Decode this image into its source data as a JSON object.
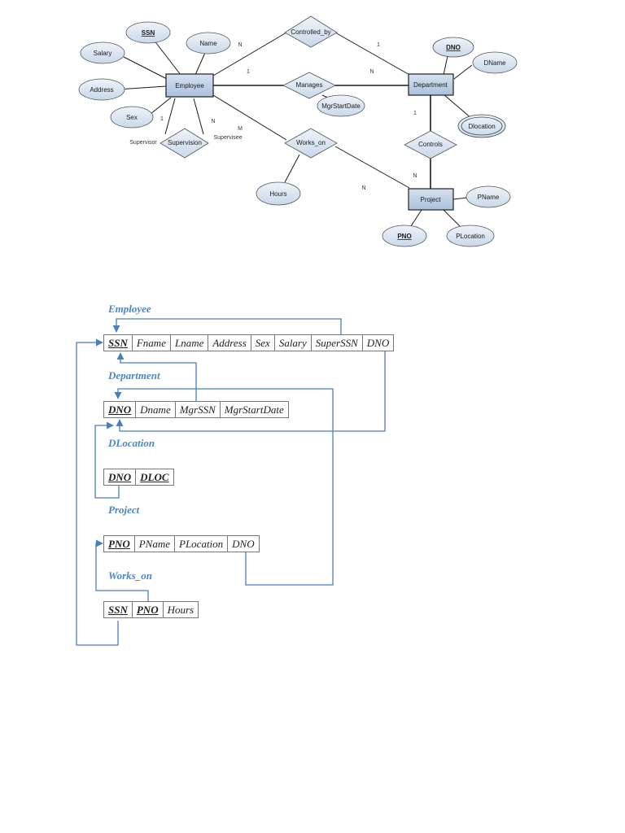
{
  "er_diagram": {
    "entities": {
      "employee": "Employee",
      "department": "Department",
      "project": "Project"
    },
    "relationships": {
      "controlled_by": "Controlled_by",
      "manages": "Manages",
      "works_on": "Works_on",
      "supervision": "Supervision",
      "controls": "Controls"
    },
    "attributes": {
      "ssn": "SSN",
      "name": "Name",
      "salary": "Salary",
      "address": "Address",
      "sex": "Sex",
      "dno": "DNO",
      "dname": "DName",
      "dlocation": "Dlocation",
      "mgrstartdate": "MgrStartDate",
      "hours": "Hours",
      "pname": "PName",
      "pno": "PNO",
      "plocation": "PLocation"
    },
    "role_labels": {
      "supervisor": "Supervisor",
      "supervisee": "Supervisee"
    },
    "cardinalities": {
      "controlled_by_emp": "N",
      "controlled_by_dept": "1",
      "manages_emp": "1",
      "manages_dept": "N",
      "supervision_supervisor": "1",
      "supervision_supervisee": "N",
      "works_on_emp": "M",
      "works_on_proj": "N",
      "controls_dept": "1",
      "controls_proj": "N"
    },
    "colors": {
      "entity_fill": "#b9cde3",
      "attribute_fill": "#dbe5f1",
      "outline": "#1f1f1f",
      "relation_line": "#1a1a1a"
    }
  },
  "relational_schema": {
    "arrow_color": "#4a7ec0",
    "title_color": "#4a86c8",
    "tables": {
      "employee": {
        "title": "Employee",
        "columns": [
          {
            "name": "SSN",
            "pk": true
          },
          {
            "name": "Fname",
            "pk": false
          },
          {
            "name": "Lname",
            "pk": false
          },
          {
            "name": "Address",
            "pk": false
          },
          {
            "name": "Sex",
            "pk": false
          },
          {
            "name": "Salary",
            "pk": false
          },
          {
            "name": "SuperSSN",
            "pk": false
          },
          {
            "name": "DNO",
            "pk": false
          }
        ]
      },
      "department": {
        "title": "Department",
        "columns": [
          {
            "name": "DNO",
            "pk": true
          },
          {
            "name": "Dname",
            "pk": false
          },
          {
            "name": "MgrSSN",
            "pk": false
          },
          {
            "name": "MgrStartDate",
            "pk": false
          }
        ]
      },
      "dlocation": {
        "title": "DLocation",
        "columns": [
          {
            "name": "DNO",
            "pk": true
          },
          {
            "name": "DLOC",
            "pk": true
          }
        ]
      },
      "project": {
        "title": "Project",
        "columns": [
          {
            "name": "PNO",
            "pk": true
          },
          {
            "name": "PName",
            "pk": false
          },
          {
            "name": "PLocation",
            "pk": false
          },
          {
            "name": "DNO",
            "pk": false
          }
        ]
      },
      "works_on": {
        "title": "Works_on",
        "columns": [
          {
            "name": "SSN",
            "pk": true
          },
          {
            "name": "PNO",
            "pk": true
          },
          {
            "name": "Hours",
            "pk": false
          }
        ]
      }
    }
  }
}
